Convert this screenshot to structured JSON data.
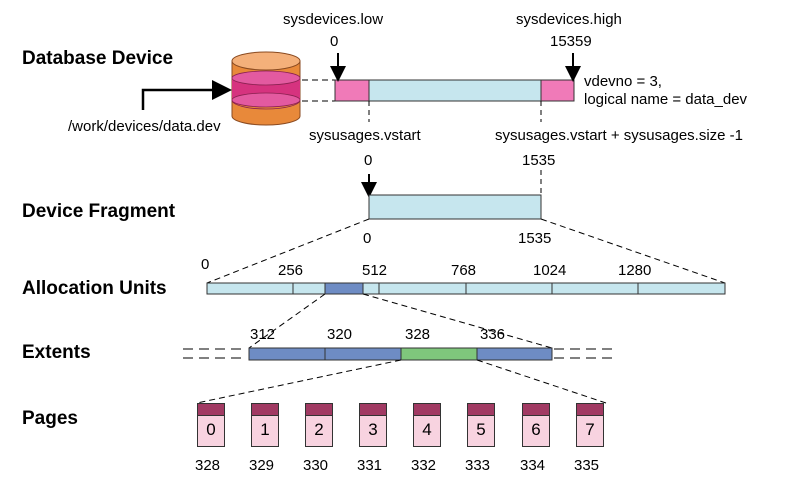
{
  "labels": {
    "database_device": "Database Device",
    "device_fragment": "Device Fragment",
    "allocation_units": "Allocation Units",
    "extents": "Extents",
    "pages": "Pages"
  },
  "device": {
    "path": "/work/devices/data.dev",
    "low_label": "sysdevices.low",
    "low_value": "0",
    "high_label": "sysdevices.high",
    "high_value": "15359",
    "vdevno": "vdevno = 3,",
    "logical_name": "logical name = data_dev"
  },
  "fragment": {
    "vstart_label": "sysusages.vstart",
    "vstart_value": "0",
    "vend_label": "sysusages.vstart + sysusages.size -1",
    "vend_value": "1535",
    "start": "0",
    "end": "1535"
  },
  "allocation_units": [
    "0",
    "256",
    "512",
    "768",
    "1024",
    "1280"
  ],
  "extents": [
    "312",
    "320",
    "328",
    "336"
  ],
  "pages": {
    "numbers": [
      "0",
      "1",
      "2",
      "3",
      "4",
      "5",
      "6",
      "7"
    ],
    "logical": [
      "328",
      "329",
      "330",
      "331",
      "332",
      "333",
      "334",
      "335"
    ]
  },
  "colors": {
    "light_blue": "#c6e6ee",
    "pink": "#f07ab8",
    "dark_blue": "#6e8cc4",
    "green": "#7fc77c",
    "page_cap": "#a13a63",
    "page_body": "#f8d3e0"
  }
}
